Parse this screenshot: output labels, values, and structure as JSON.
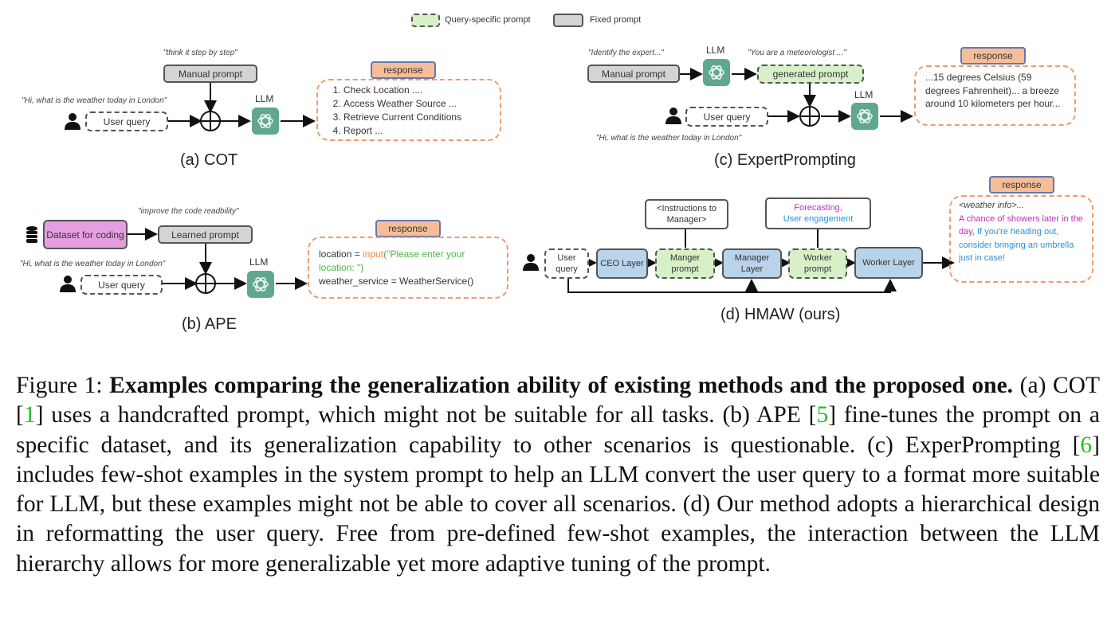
{
  "legend": {
    "query_specific": "Query-specific prompt",
    "fixed": "Fixed prompt"
  },
  "panel_a": {
    "caption": "(a) COT",
    "quote_prompt": "\"think it step by step\"",
    "quote_query": "\"Hi, what is the weather today in London\"",
    "manual_prompt": "Manual prompt",
    "user_query": "User query",
    "llm": "LLM",
    "response_tag": "response",
    "response_items": [
      "Check Location ....",
      "Access Weather Source ...",
      "Retrieve Current Conditions",
      "Report ..."
    ]
  },
  "panel_b": {
    "caption": "(b) APE",
    "quote_prompt": "\"improve the code readbility\"",
    "quote_query": "\"Hi, what is the weather today in London\"",
    "dataset": "Dataset for coding",
    "learned_prompt": "Learned prompt",
    "user_query": "User query",
    "llm": "LLM",
    "response_tag": "response",
    "response_line1_a": "location = ",
    "response_line1_b": "input",
    "response_line1_c": "(\"Please enter your location: \")",
    "response_line2": "weather_service = WeatherService()"
  },
  "panel_c": {
    "caption": "(c) ExpertPrompting",
    "quote_identify": "\"Identify the expert...\"",
    "quote_meteo": "\"You are a meteorologist ...\"",
    "quote_query": "\"Hi, what is the weather today in London\"",
    "manual_prompt": "Manual prompt",
    "generated_prompt": "generated prompt",
    "user_query": "User query",
    "llm": "LLM",
    "response_tag": "response",
    "response_text": "...15 degrees Celsius (59 degrees Fahrenheit)... a breeze around 10 kilometers per hour..."
  },
  "panel_d": {
    "caption": "(d) HMAW (ours)",
    "instructions": "<Instructions to Manager>",
    "forecasting": "Forecasting,",
    "engagement": "User engagement",
    "user_query": "User query",
    "ceo_layer": "CEO Layer",
    "manager_prompt": "Manger prompt",
    "manager_layer": "Manager Layer",
    "worker_prompt": "Worker prompt",
    "worker_layer": "Worker Layer",
    "response_tag": "response",
    "response_info": "<weather info>...",
    "response_mag": "A chance of showers later in the day,",
    "response_blue": "If you're heading out, consider bringing an umbrella just in case!"
  },
  "caption": {
    "prefix": "Figure 1: ",
    "bold": "Examples comparing the generalization ability of existing methods and the proposed one.",
    "t1": " (a) COT [",
    "c1": "1",
    "t2": "] uses a handcrafted prompt, which might not be suitable for all tasks. (b) APE [",
    "c2": "5",
    "t3": "] fine-tunes the prompt on a specific dataset, and its generalization capability to other scenarios is questionable. (c) ExperPrompting [",
    "c3": "6",
    "t4": "] includes few-shot examples in the system prompt to help an LLM convert the user query to a format more suitable for LLM, but these examples might not be able to cover all scenarios. (d) Our method adopts a hierarchical design in reformatting the user query. Free from pre-defined few-shot examples, the interaction between the LLM hierarchy allows for more generalizable yet more adaptive tuning of the prompt."
  }
}
